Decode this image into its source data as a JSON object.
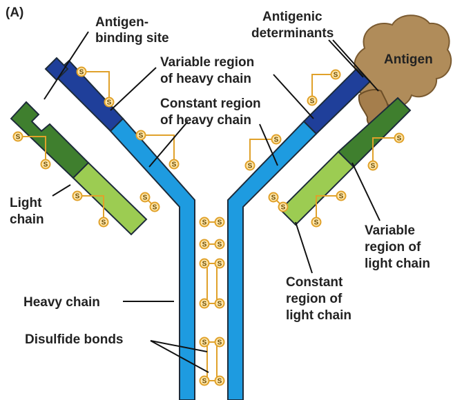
{
  "panel_label": "(A)",
  "labels": {
    "antigen_binding_site": [
      "Antigen-",
      "binding site"
    ],
    "variable_heavy": [
      "Variable region",
      "of heavy chain"
    ],
    "constant_heavy": [
      "Constant region",
      "of heavy chain"
    ],
    "antigenic_determinants": [
      "Antigenic",
      "determinants"
    ],
    "antigen": "Antigen",
    "light_chain": [
      "Light",
      "chain"
    ],
    "variable_light": [
      "Variable",
      "region of",
      "light chain"
    ],
    "constant_light": [
      "Constant",
      "region of",
      "light chain"
    ],
    "heavy_chain": "Heavy chain",
    "disulfide_bonds": "Disulfide bonds"
  },
  "disulfide_symbol": "S",
  "colors": {
    "heavy_constant": "#1e9be0",
    "heavy_variable": "#1f3f9a",
    "light_variable": "#3f7f2e",
    "light_constant": "#9ccc52",
    "chain_outline": "#1d2b3a",
    "antigen": "#b08c5a",
    "antigen_dark": "#7a5a30",
    "disulfide": "#e0a12a"
  }
}
